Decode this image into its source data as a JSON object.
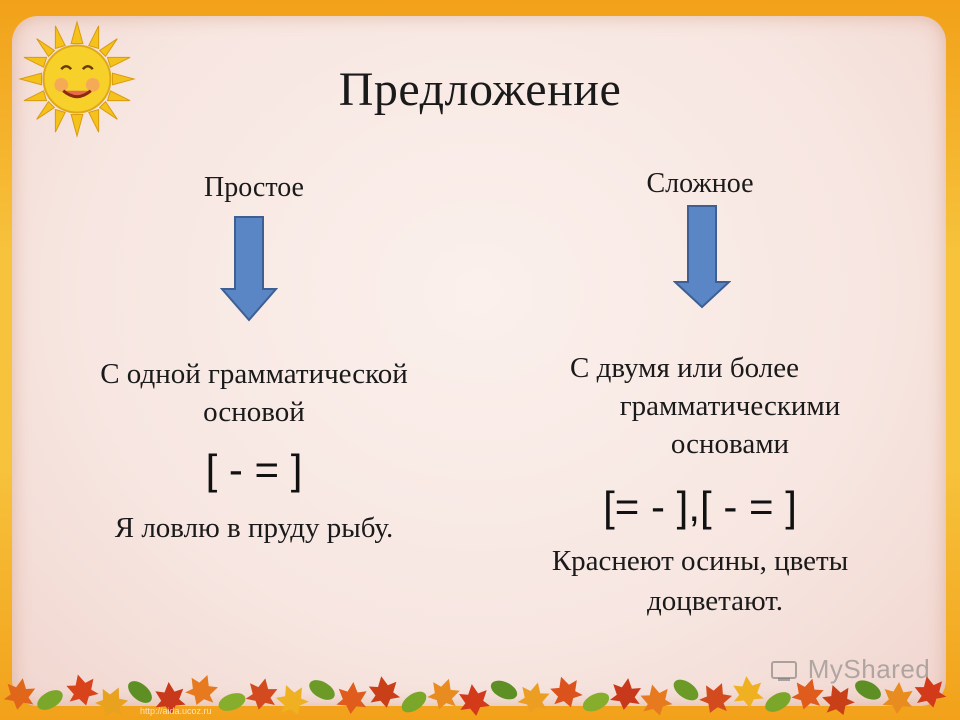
{
  "slide": {
    "title": "Предложение",
    "left": {
      "heading": "Простое",
      "desc_line1": "С одной грамматической",
      "desc_line2": "основой",
      "formula": "[ - = ]",
      "example": "Я ловлю в пруду рыбу."
    },
    "right": {
      "heading": "Сложное",
      "desc_line1": "С двумя или более",
      "desc_line2": "грамматическими",
      "desc_line3": "основами",
      "formula": "[= - ],[ - = ]",
      "example_line1": "Краснеют осины, цветы",
      "example_line2": "доцветают."
    }
  },
  "footer": {
    "watermark": "MyShared",
    "url": "http://aida.ucoz.ru"
  },
  "colors": {
    "arrow_fill": "#5b86c5",
    "arrow_stroke": "#3d5f94",
    "frame": "#f7c23c",
    "panel": "#f8e9e4"
  },
  "icons": [
    "sun-icon",
    "arrow-down-icon",
    "watermark-logo-icon"
  ]
}
